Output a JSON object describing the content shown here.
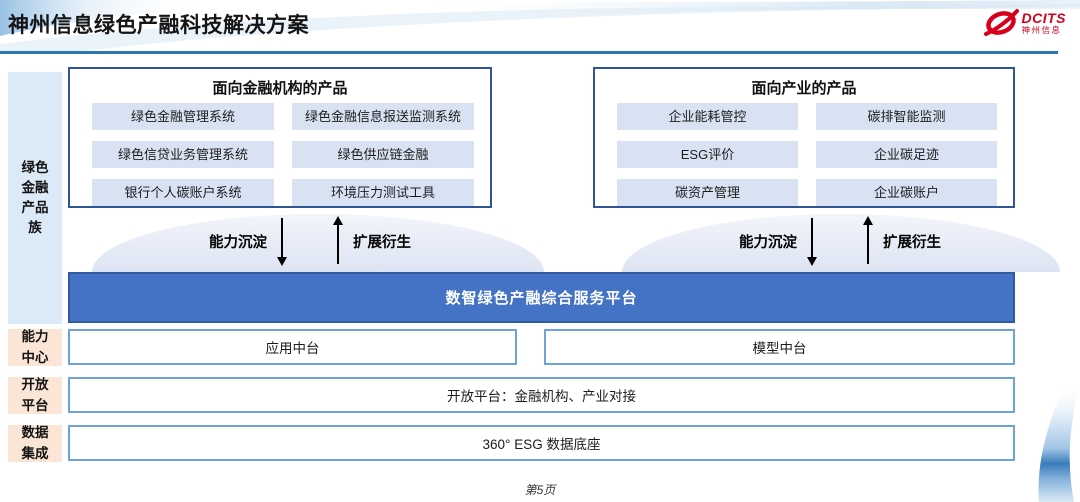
{
  "header": {
    "title": "神州信息绿色产融科技解决方案",
    "logo_text": "DCITS",
    "logo_subtext": "神州信息"
  },
  "sidebar": {
    "family_label": "绿色金融产品族",
    "capability_label": "能力中心",
    "open_label": "开放平台",
    "data_label": "数据集成"
  },
  "product_groups": [
    {
      "title": "面向金融机构的产品",
      "items": [
        "绿色金融管理系统",
        "绿色金融信息报送监测系统",
        "绿色信贷业务管理系统",
        "绿色供应链金融",
        "银行个人碳账户系统",
        "环境压力测试工具"
      ]
    },
    {
      "title": "面向产业的产品",
      "items": [
        "企业能耗管控",
        "碳排智能监测",
        "ESG评价",
        "企业碳足迹",
        "碳资产管理",
        "企业碳账户"
      ]
    }
  ],
  "flows": {
    "down_label": "能力沉淀",
    "up_label": "扩展衍生"
  },
  "platform": {
    "label": "数智绿色产融综合服务平台"
  },
  "middle_rows": {
    "application": "应用中台",
    "model": "模型中台",
    "open_platform": "开放平台：金融机构、产业对接",
    "data_base": "360° ESG 数据底座"
  },
  "footer": {
    "page_label": "第5页"
  },
  "colors": {
    "accent_blue": "#2E75B6",
    "platform_bar_blue": "#4472C4",
    "product_box_border": "#2F5597",
    "chip_bg": "#D9E2F3",
    "sidebar_blue": "#DCE9F6",
    "sidebar_peach": "#FBE5D6",
    "row_border": "#6FA3D8",
    "logo_red": "#D6001C"
  }
}
